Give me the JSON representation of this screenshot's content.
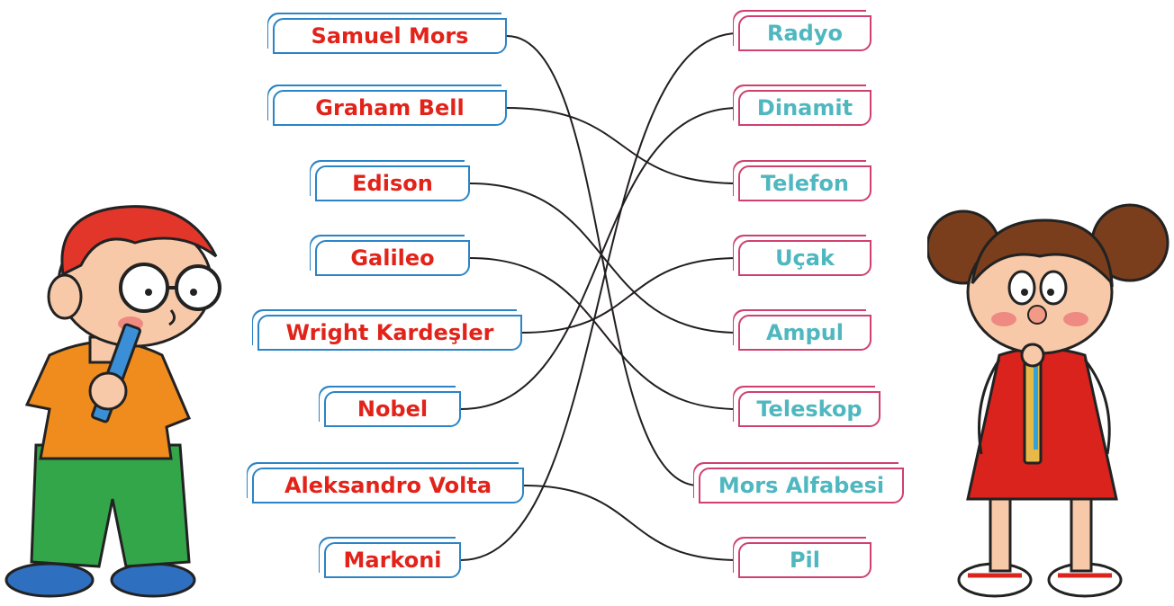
{
  "colors": {
    "left_text": "#e2231a",
    "left_border": "#2b84c6",
    "right_text": "#4fb7bf",
    "right_border": "#d0406e",
    "connector": "#231f20"
  },
  "left_items": [
    "Samuel Mors",
    "Graham Bell",
    "Edison",
    "Galileo",
    "Wright Kardeşler",
    "Nobel",
    "Aleksandro Volta",
    "Markoni"
  ],
  "right_items": [
    "Radyo",
    "Dinamit",
    "Telefon",
    "Uçak",
    "Ampul",
    "Teleskop",
    "Mors Alfabesi",
    "Pil"
  ],
  "matches": [
    {
      "from": "Samuel Mors",
      "to": "Mors Alfabesi"
    },
    {
      "from": "Graham Bell",
      "to": "Telefon"
    },
    {
      "from": "Edison",
      "to": "Ampul"
    },
    {
      "from": "Galileo",
      "to": "Teleskop"
    },
    {
      "from": "Wright Kardeşler",
      "to": "Uçak"
    },
    {
      "from": "Nobel",
      "to": "Dinamit"
    },
    {
      "from": "Aleksandro Volta",
      "to": "Pil"
    },
    {
      "from": "Markoni",
      "to": "Radyo"
    }
  ],
  "illustrations": [
    "boy-with-pencil",
    "girl-with-pencil"
  ]
}
